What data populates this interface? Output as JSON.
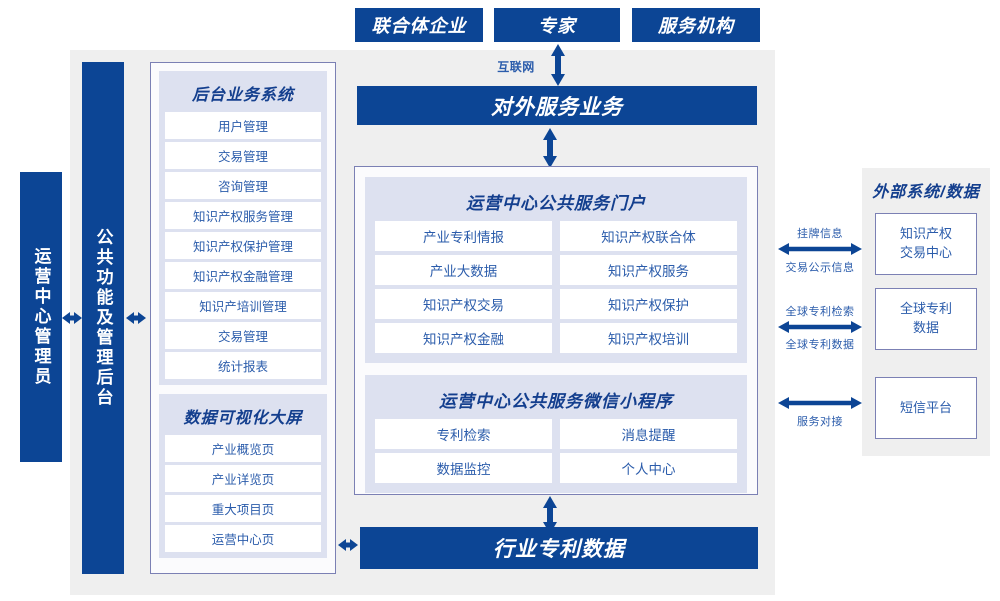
{
  "top_actors": [
    {
      "label": "联合体企业"
    },
    {
      "label": "专家"
    },
    {
      "label": "服务机构"
    }
  ],
  "internet_label": "互联网",
  "external_service_bar": "对外服务业务",
  "industry_data_bar": "行业专利数据",
  "left_bars": [
    {
      "label": "运营中心管理员"
    },
    {
      "label": "公共功能及管理后台"
    }
  ],
  "backend": {
    "title": "后台业务系统",
    "items": [
      "用户管理",
      "交易管理",
      "咨询管理",
      "知识产权服务管理",
      "知识产权保护管理",
      "知识产权金融管理",
      "知识产培训管理",
      "交易管理",
      "统计报表"
    ]
  },
  "bigscreen": {
    "title": "数据可视化大屏",
    "items": [
      "产业概览页",
      "产业详览页",
      "重大项目页",
      "运营中心页"
    ]
  },
  "portal": {
    "title": "运营中心公共服务门户",
    "items": [
      "产业专利情报",
      "知识产权联合体",
      "产业大数据",
      "知识产权服务",
      "知识产权交易",
      "知识产权保护",
      "知识产权金融",
      "知识产权培训"
    ]
  },
  "miniprogram": {
    "title": "运营中心公共服务微信小程序",
    "items": [
      "专利检索",
      "消息提醒",
      "数据监控",
      "个人中心"
    ]
  },
  "external": {
    "title": "外部系统/数据",
    "boxes": [
      {
        "line1": "知识产权",
        "line2": "交易中心"
      },
      {
        "line1": "全球专利",
        "line2": "数据"
      },
      {
        "line1": "短信平台",
        "line2": ""
      }
    ],
    "connections": [
      {
        "above": "挂牌信息",
        "below": "交易公示信息"
      },
      {
        "above": "全球专利检索",
        "below": "全球专利数据"
      },
      {
        "above": "",
        "below": "服务对接"
      }
    ]
  },
  "colors": {
    "navy": "#0c4595",
    "panel_gray": "#efefef",
    "group_lavender": "#dde1f0",
    "border_purple": "#7b80b4",
    "text_blue": "#2b5cab",
    "title_blue": "#143f8e"
  }
}
